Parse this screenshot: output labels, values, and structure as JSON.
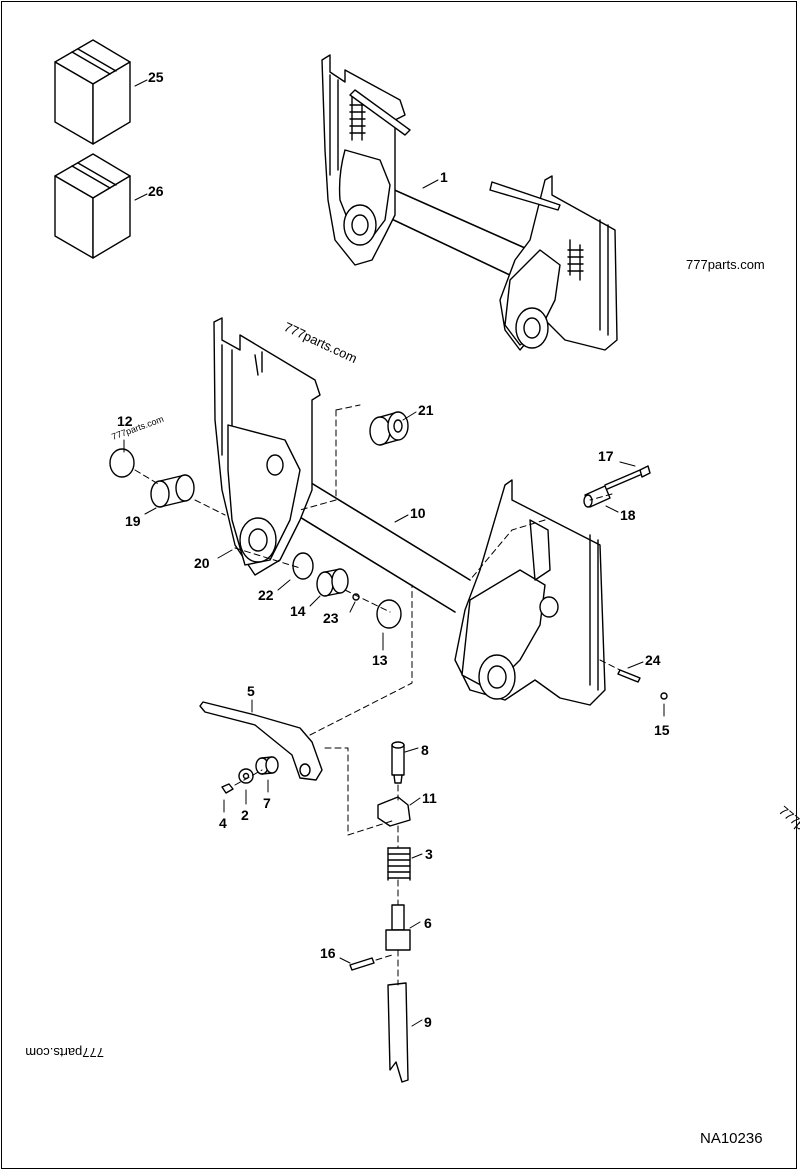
{
  "document": {
    "drawing_number": "NA10236",
    "watermark_text": "777parts.com"
  },
  "callouts": [
    "25",
    "26",
    "1",
    "21",
    "12",
    "17",
    "18",
    "10",
    "19",
    "20",
    "22",
    "14",
    "23",
    "13",
    "24",
    "15",
    "5",
    "8",
    "11",
    "3",
    "6",
    "16",
    "9",
    "4",
    "2",
    "7"
  ],
  "colors": {
    "line": "#000000",
    "background": "#ffffff"
  }
}
